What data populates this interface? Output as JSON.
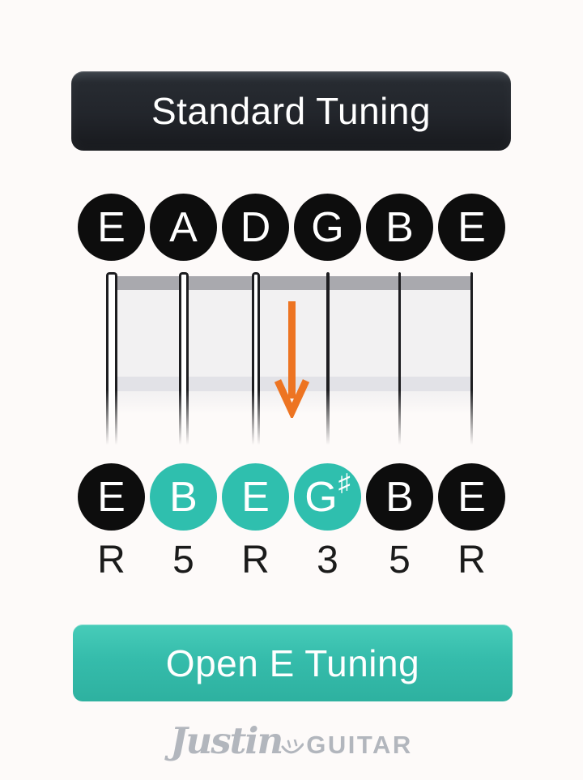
{
  "standard_button": {
    "label": "Standard Tuning"
  },
  "open_e_button": {
    "label": "Open E Tuning"
  },
  "standard_tuning": {
    "name": "Standard Tuning",
    "notes": [
      "E",
      "A",
      "D",
      "G",
      "B",
      "E"
    ]
  },
  "open_e_tuning": {
    "name": "Open E Tuning",
    "notes": [
      {
        "label": "E",
        "accent": false
      },
      {
        "label": "B",
        "accent": true
      },
      {
        "label": "E",
        "accent": true
      },
      {
        "label": "G♯",
        "accent": true
      },
      {
        "label": "B",
        "accent": false
      },
      {
        "label": "E",
        "accent": false
      }
    ]
  },
  "intervals": [
    "R",
    "5",
    "R",
    "3",
    "5",
    "R"
  ],
  "fretboard": {
    "strings": [
      {
        "note": "E",
        "gauge": "wound"
      },
      {
        "note": "A",
        "gauge": "wound"
      },
      {
        "note": "D",
        "gauge": "wound"
      },
      {
        "note": "G",
        "gauge": "plain"
      },
      {
        "note": "B",
        "gauge": "plain"
      },
      {
        "note": "E",
        "gauge": "plain"
      }
    ],
    "arrow_direction": "down"
  },
  "logo": {
    "script": "Justin",
    "caps": "GUITAR"
  },
  "colors": {
    "page_bg": "#fdfaf9",
    "note_black": "#0d0d0d",
    "accent_teal": "#2fbfae",
    "arrow_orange": "#ed7422",
    "logo_gray": "#b2b6bd"
  }
}
